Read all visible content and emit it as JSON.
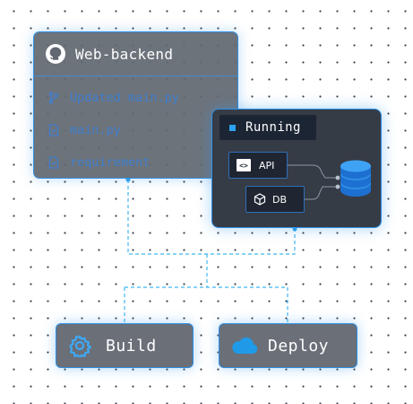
{
  "repo": {
    "title": "Web-backend",
    "items": [
      {
        "icon": "branch-icon",
        "label": "Updated main.py"
      },
      {
        "icon": "file-icon",
        "label": "main.py"
      },
      {
        "icon": "file-icon",
        "label": "requirement"
      }
    ]
  },
  "runtime": {
    "status": "Running",
    "services": [
      {
        "icon": "code-icon",
        "label": "API"
      },
      {
        "icon": "cube-icon",
        "label": "DB"
      }
    ],
    "storage_icon": "database-icon"
  },
  "actions": {
    "build": {
      "icon": "gear-icon",
      "label": "Build"
    },
    "deploy": {
      "icon": "cloud-icon",
      "label": "Deploy"
    }
  },
  "colors": {
    "accent": "#2f8fe4",
    "connector": "#3fb6f2",
    "card_gray": "#626871",
    "dark_panel": "#363c46",
    "muted_text": "#3f7fcf"
  }
}
